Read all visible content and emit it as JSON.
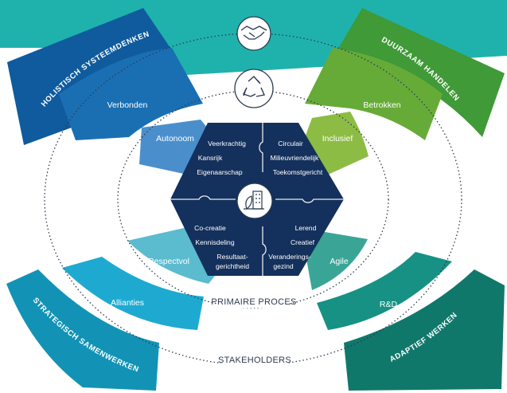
{
  "colors": {
    "teal_banner": "#1fb2ad",
    "holistisch": "#0f5b9e",
    "verbonden": "#1a6fb3",
    "autonoom": "#4a8fcc",
    "duurzaam": "#3f9a37",
    "betrokken": "#66ab37",
    "inclusief": "#8dbc45",
    "strategisch": "#1293b6",
    "allianties": "#1eaad0",
    "respectvol": "#5bbbcf",
    "adaptief": "#10786b",
    "rd": "#169184",
    "agile": "#3aa596",
    "hexagon": "#14305c",
    "ring_text": "#2c3a4e"
  },
  "icons": {
    "top": "handshake-icon",
    "middle": "recycle-icon",
    "center": "leaf-building-icon"
  },
  "quadrants": {
    "top_left": {
      "outer": "HOLISTISCH SYSTEEMDENKEN",
      "middle": "Verbonden",
      "inner": "Autonoom",
      "hex": [
        "Veerkrachtig",
        "Kansrijk",
        "Eigenaarschap"
      ]
    },
    "top_right": {
      "outer": "DUURZAAM HANDELEN",
      "middle": "Betrokken",
      "inner": "Inclusief",
      "hex": [
        "Circulair",
        "Milieuvriendelijk",
        "Toekomstgericht"
      ]
    },
    "bottom_left": {
      "outer": "STRATEGISCH SAMENWERKEN",
      "middle": "Allianties",
      "inner": "Respectvol",
      "hex": [
        "Co-creatie",
        "Kennisdeling",
        "Resultaat-",
        "gerichtheid"
      ]
    },
    "bottom_right": {
      "outer": "ADAPTIEF WERKEN",
      "middle": "R&D",
      "inner": "Agile",
      "hex": [
        "Lerend",
        "Creatief",
        "Veranderings-",
        "gezind"
      ]
    }
  },
  "rings": {
    "inner_title": "PRIMAIRE PROCES",
    "outer_title": "STAKEHOLDERS"
  }
}
